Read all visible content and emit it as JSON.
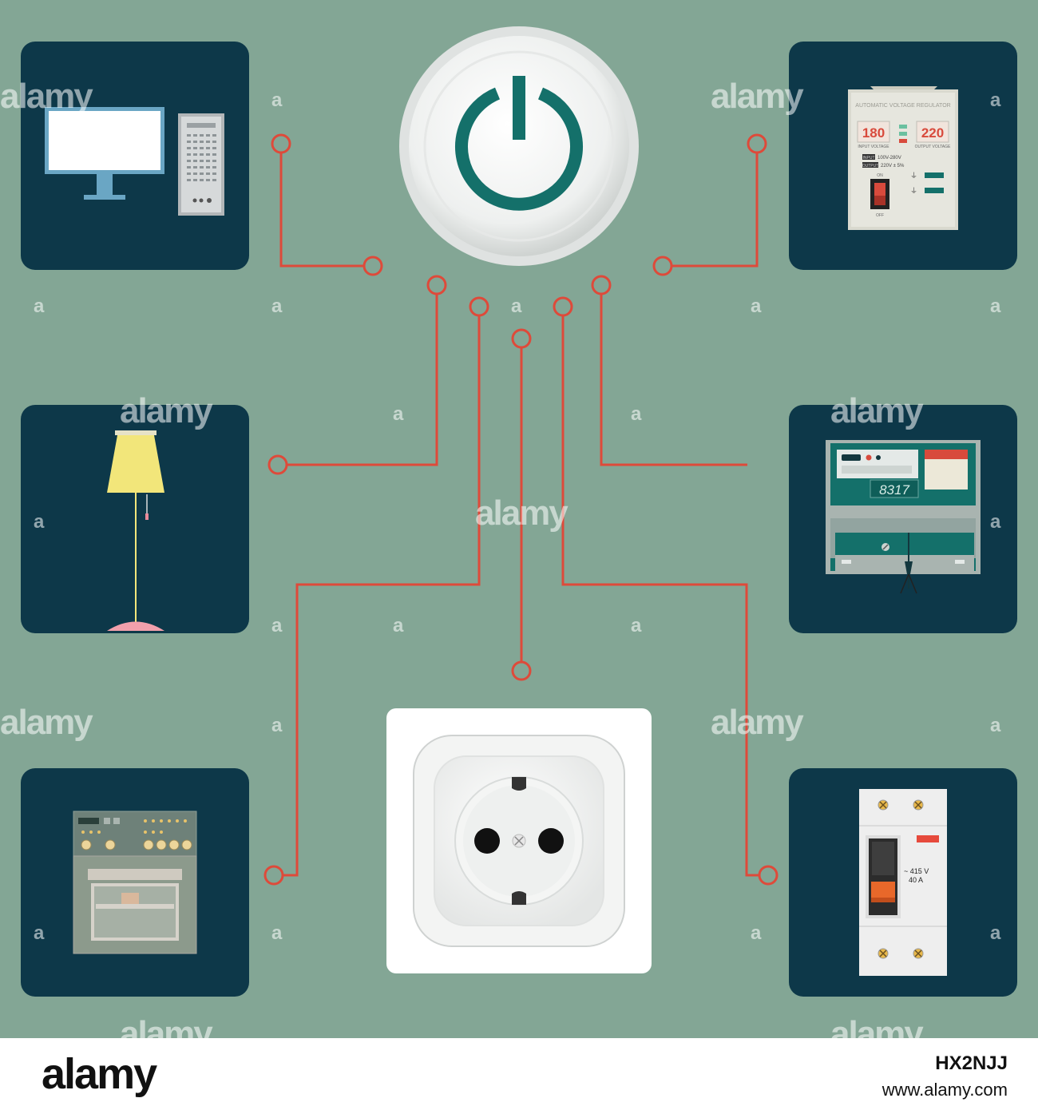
{
  "watermark": {
    "brand": "alamy",
    "mark": "a"
  },
  "regulator": {
    "title": "AUTOMATIC VOLTAGE REGULATOR",
    "input_value": "180",
    "output_value": "220",
    "input_caption": "INPUT VOLTAGE",
    "output_caption": "OUTPUT VOLTAGE",
    "input_tag": "INPUT",
    "input_range": "100V-280V",
    "output_tag": "OUTPUT",
    "output_range": "220V ± 5%",
    "on_label": "ON",
    "off_label": "OFF"
  },
  "meter": {
    "reading": "8317"
  },
  "breaker": {
    "voltage": "~ 415 V",
    "current": "40 A"
  },
  "footer": {
    "logo": "alamy",
    "image_id": "HX2NJJ",
    "url": "www.alamy.com"
  },
  "colors": {
    "background": "#83a695",
    "tile": "#0d3849",
    "wire": "#de4a3a",
    "power_icon": "#14706a"
  }
}
